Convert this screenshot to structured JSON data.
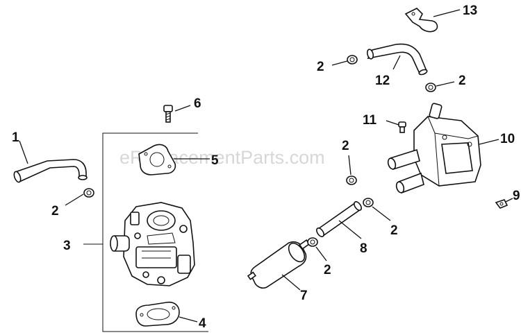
{
  "watermark": "eReplacementParts.com",
  "callouts": {
    "c1": "1",
    "c2a": "2",
    "c2b": "2",
    "c2c": "2",
    "c2d": "2",
    "c2e": "2",
    "c2f": "2",
    "c3": "3",
    "c4": "4",
    "c5": "5",
    "c6": "6",
    "c7": "7",
    "c8": "8",
    "c9": "9",
    "c10": "10",
    "c11": "11",
    "c12": "12",
    "c13": "13"
  }
}
